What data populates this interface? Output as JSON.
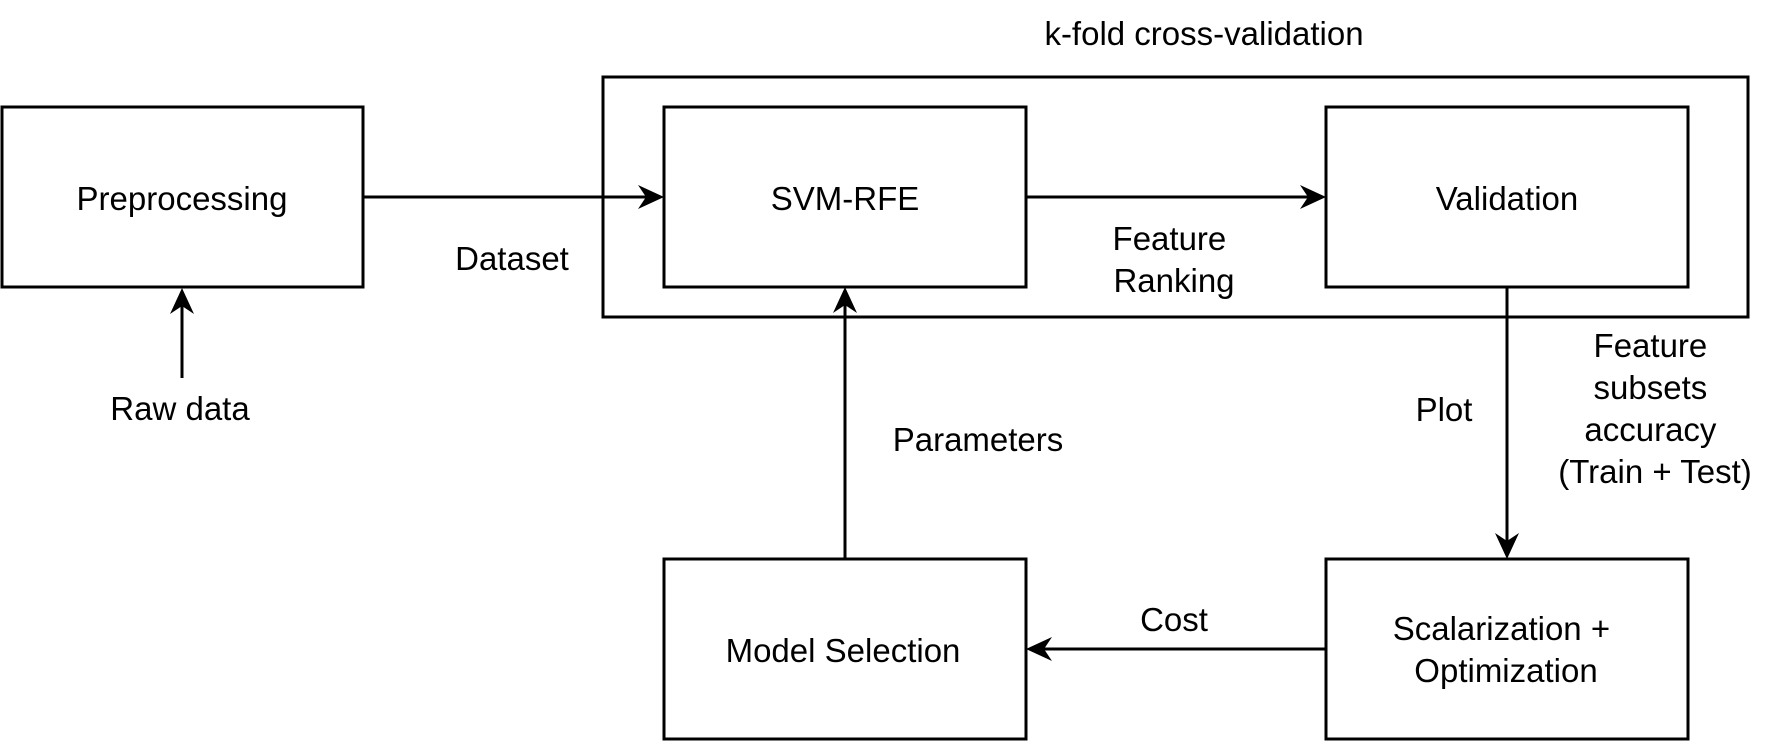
{
  "group": {
    "label": "k-fold cross-validation"
  },
  "nodes": {
    "preprocessing": "Preprocessing",
    "svm_rfe": "SVM-RFE",
    "validation": "Validation",
    "model_selection": "Model Selection",
    "scalarization": [
      "Scalarization +",
      "Optimization"
    ]
  },
  "edges": {
    "raw_data": "Raw data",
    "dataset": "Dataset",
    "feature_ranking": [
      "Feature",
      "Ranking"
    ],
    "plot": "Plot",
    "feature_subsets": [
      "Feature",
      "subsets",
      "accuracy",
      "(Train + Test)"
    ],
    "cost": "Cost",
    "parameters": "Parameters"
  }
}
